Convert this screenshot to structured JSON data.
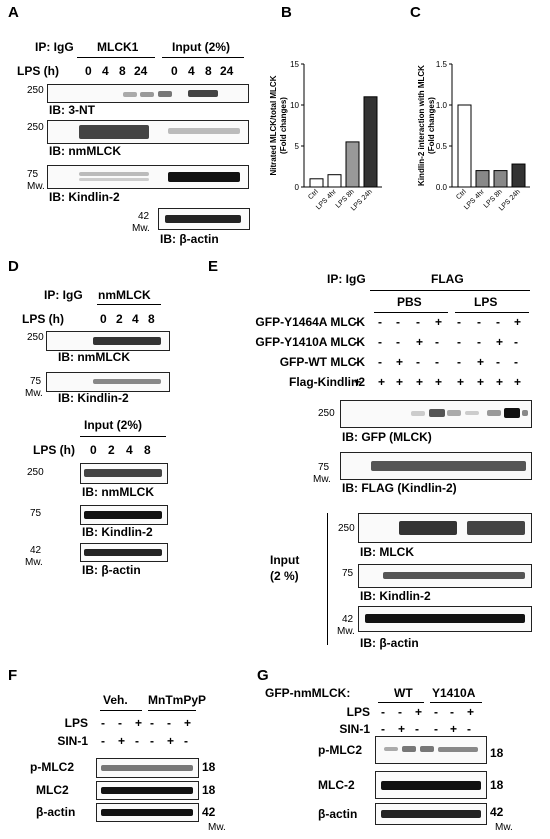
{
  "panels": {
    "A": "A",
    "B": "B",
    "C": "C",
    "D": "D",
    "E": "E",
    "F": "F",
    "G": "G"
  },
  "panelA": {
    "ip_label": "IP: IgG",
    "mlck1": "MLCK1",
    "input": "Input (2%)",
    "lps_label": "LPS (h)",
    "lanes": [
      "0",
      "4",
      "8",
      "24",
      "0",
      "4",
      "8",
      "24"
    ],
    "mw": [
      "250",
      "250",
      "75",
      "42"
    ],
    "mw_label": "Mw.",
    "mw_label2": "Mw.",
    "ib": [
      "IB: 3-NT",
      "IB: nmMLCK",
      "IB: Kindlin-2",
      "IB: β-actin"
    ]
  },
  "panelD": {
    "ip_label": "IP: IgG",
    "nmmlck": "nmMLCK",
    "lps_label": "LPS (h)",
    "lanes": [
      "0",
      "2",
      "4",
      "8"
    ],
    "input": "Input (2%)",
    "lps_label2": "LPS (h)",
    "lanes2": [
      "0",
      "2",
      "4",
      "8"
    ],
    "mw": [
      "250",
      "75",
      "250",
      "75",
      "42"
    ],
    "mw_label": "Mw.",
    "mw_label2": "Mw.",
    "ib": [
      "IB: nmMLCK",
      "IB: Kindlin-2",
      "IB: nmMLCK",
      "IB: Kindlin-2",
      "IB: β-actin"
    ]
  },
  "panelE": {
    "ip_label": "IP: IgG",
    "flag": "FLAG",
    "pbs": "PBS",
    "lps": "LPS",
    "rows": [
      {
        "label": "GFP-Y1464A MLCK",
        "marks": [
          "-",
          "-",
          "-",
          "-",
          "+",
          "-",
          "-",
          "-",
          "+"
        ]
      },
      {
        "label": "GFP-Y1410A MLCK",
        "marks": [
          "-",
          "-",
          "-",
          "+",
          "-",
          "-",
          "-",
          "+",
          "-"
        ]
      },
      {
        "label": "GFP-WT MLCK",
        "marks": [
          "-",
          "-",
          "+",
          "-",
          "-",
          "-",
          "+",
          "-",
          "-"
        ]
      },
      {
        "label": "Flag-Kindlin2",
        "marks": [
          "+",
          "+",
          "+",
          "+",
          "+",
          "+",
          "+",
          "+",
          "+"
        ]
      }
    ],
    "mw": [
      "250",
      "75",
      "250",
      "75",
      "42"
    ],
    "mw_label": "Mw.",
    "mw_label2": "Mw.",
    "ib": [
      "IB: GFP (MLCK)",
      "IB: FLAG (Kindlin-2)",
      "IB: MLCK",
      "IB: Kindlin-2",
      "IB: β-actin"
    ],
    "input1": "Input",
    "input2": "(2 %)"
  },
  "panelF": {
    "veh": "Veh.",
    "mn": "MnTmPyP",
    "rows": [
      {
        "label": "LPS",
        "marks": [
          "-",
          "-",
          "+",
          "-",
          "-",
          "+"
        ]
      },
      {
        "label": "SIN-1",
        "marks": [
          "-",
          "+",
          "-",
          "-",
          "+",
          "-"
        ]
      }
    ],
    "blots": [
      "p-MLC2",
      "MLC2",
      "β-actin"
    ],
    "mw": [
      "18",
      "18",
      "42"
    ],
    "mw_label": "Mw."
  },
  "panelG": {
    "construct": "GFP-nmMLCK:",
    "wt": "WT",
    "mut": "Y1410A",
    "rows": [
      {
        "label": "LPS",
        "marks": [
          "-",
          "-",
          "+",
          "-",
          "-",
          "+"
        ]
      },
      {
        "label": "SIN-1",
        "marks": [
          "-",
          "+",
          "-",
          "-",
          "+",
          "-"
        ]
      }
    ],
    "blots": [
      "p-MLC2",
      "MLC-2",
      "β-actin"
    ],
    "mw": [
      "18",
      "18",
      "42"
    ],
    "mw_label": "Mw."
  },
  "chart_data": [
    {
      "type": "bar",
      "categories": [
        "Ctrl",
        "LPS 4hr",
        "LPS 8h",
        "LPS 24h"
      ],
      "values": [
        1,
        1.5,
        5.5,
        11
      ],
      "ylabel": "Nitrated MLCK/total MLCK (Fold changes)",
      "ylim": [
        0,
        15
      ],
      "yticks": [
        "0",
        "5",
        "10",
        "15"
      ],
      "bar_colors": [
        "#ffffff",
        "#ffffff",
        "#999999",
        "#333333"
      ]
    },
    {
      "type": "bar",
      "categories": [
        "Ctrl",
        "LPS 4hr",
        "LPS 8h",
        "LPS 24h"
      ],
      "values": [
        1,
        0.2,
        0.2,
        0.28
      ],
      "ylabel": "Kindlin-2 interaction with MLCK (Fold changes)",
      "ylim": [
        0,
        1.5
      ],
      "yticks": [
        "0.0",
        "0.5",
        "1.0",
        "1.5"
      ],
      "bar_colors": [
        "#ffffff",
        "#888888",
        "#888888",
        "#333333"
      ]
    }
  ]
}
